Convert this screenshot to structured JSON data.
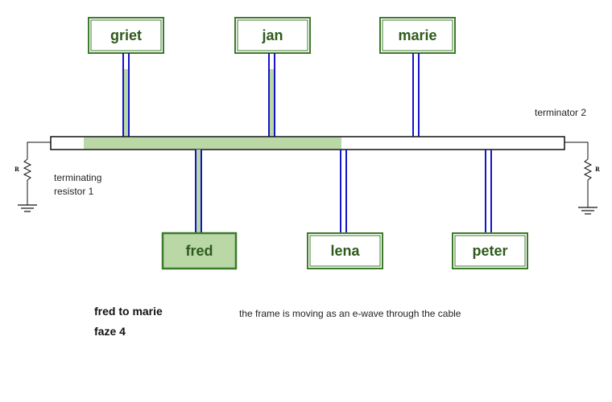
{
  "nodes": {
    "griet": "griet",
    "jan": "jan",
    "marie": "marie",
    "fred": "fred",
    "lena": "lena",
    "peter": "peter"
  },
  "labels": {
    "terminator_2": "terminator 2",
    "terminating_resistor_line1": "terminating",
    "terminating_resistor_line2": "resistor 1",
    "resistor_left": "R",
    "resistor_right": "R"
  },
  "caption": {
    "title": "fred to marie",
    "phase": "faze 4",
    "description": "the frame is moving as an e-wave through the cable"
  },
  "colors": {
    "box_border": "#3d7a2a",
    "active_fill": "#b9d8a6",
    "wire": "#1515c8",
    "signal": "#b9d8a6"
  },
  "state": {
    "sender": "fred",
    "receiver": "marie",
    "phase_number": 4
  }
}
